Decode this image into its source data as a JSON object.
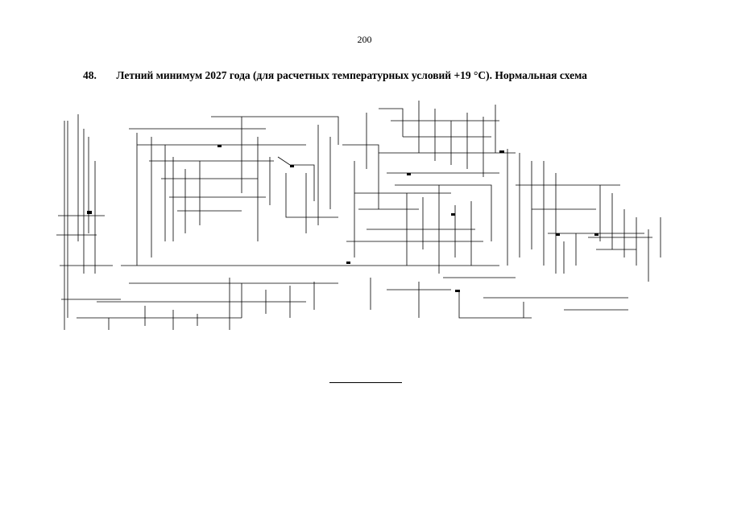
{
  "page": {
    "number": "200",
    "figure_number": "48.",
    "title": "Летний минимум 2027 года (для расчетных температурных условий +19 °С). Нормальная схема"
  },
  "colors": {
    "ink": "#000000",
    "paper": "#ffffff"
  }
}
